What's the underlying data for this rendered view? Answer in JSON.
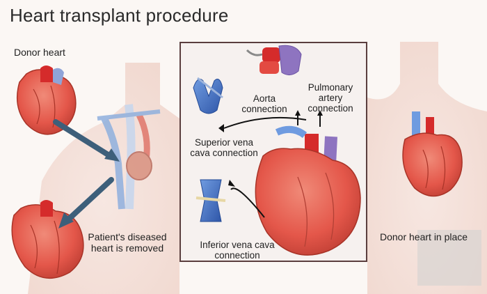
{
  "title": "Heart transplant procedure",
  "labels": {
    "donor_heart": "Donor heart",
    "patient_diseased": "Patient's diseased heart is removed",
    "aorta": "Aorta connection",
    "pulmonary": "Pulmonary artery connection",
    "superior": "Superior vena cava connection",
    "inferior": "Inferior vena cava connection",
    "donor_in_place": "Donor heart in place"
  },
  "colors": {
    "heart_red": "#e4574a",
    "vessel_blue": "#3f6fc4",
    "aorta_red": "#d52b2b",
    "arrow_blue": "#3d5f7a",
    "skin": "#f3ddd6",
    "panel_border": "#5a3e3e"
  }
}
